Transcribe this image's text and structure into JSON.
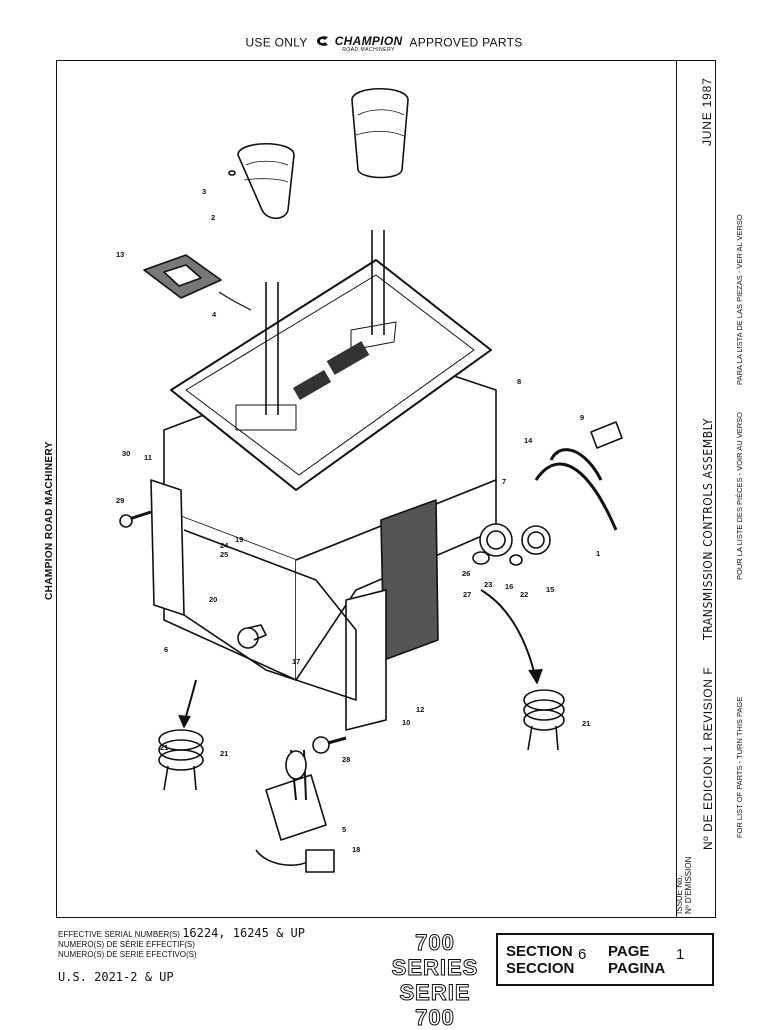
{
  "header": {
    "prefix": "USE ONLY",
    "brand": "CHAMPION",
    "brand_sub": "ROAD MACHINERY",
    "suffix": "APPROVED PARTS"
  },
  "side_label": "CHAMPION ROAD MACHINERY",
  "date": "JUNE 1987",
  "title": "TRANSMISSION CONTROLS ASSEMBLY",
  "revision": "Nº DE EDICION 1 REVISION F",
  "issue": {
    "line1": "ISSUE No.",
    "line2": "Nº D'EMISSION"
  },
  "turn_page": {
    "en": "FOR LIST OF PARTS - TURN THIS PAGE",
    "fr": "POUR LA LISTE DES PIÈCES - VOIR AU VERSO",
    "es": "PARA LA LISTA DE LAS PIEZAS - VER AL VERSO"
  },
  "serial": {
    "label_en": "EFFECTIVE SERIAL NUMBER(S)",
    "value": "16224, 16245 & UP",
    "label_fr": "NUMERO(S) DE SÉRIE EFFECTIF(S)",
    "label_es": "NUMERO(S) DE SERIE EFECTIVO(S)",
    "us": "U.S. 2021-2 & UP"
  },
  "series": {
    "en": "700 SERIES",
    "es": "SERIE 700"
  },
  "section": {
    "label_en": "SECTION",
    "label_es": "SECCION",
    "number": "6",
    "page_label_en": "PAGE",
    "page_label_es": "PAGINA",
    "page_number": "1"
  },
  "callouts": [
    "1",
    "2",
    "3",
    "4",
    "5",
    "6",
    "7",
    "8",
    "9",
    "10",
    "11",
    "12",
    "13",
    "14",
    "15",
    "16",
    "17",
    "18",
    "19",
    "20",
    "21",
    "21",
    "21",
    "22",
    "23",
    "24",
    "25",
    "26",
    "27",
    "28",
    "29",
    "30"
  ]
}
